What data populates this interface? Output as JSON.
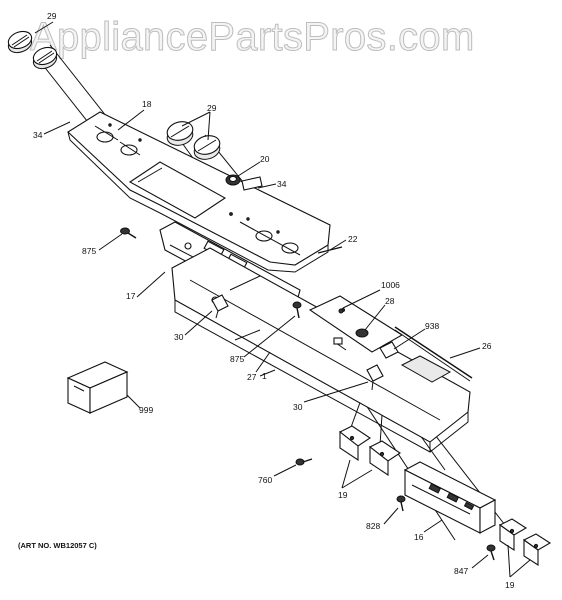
{
  "watermark": "AppliancePartsPros.com",
  "art_number": "(ART NO. WB12057 C)",
  "callouts": {
    "c29a": "29",
    "c18": "18",
    "c34a": "34",
    "c29b": "29",
    "c20": "20",
    "c34b": "34",
    "c875a": "875",
    "c22": "22",
    "c17": "17",
    "c1006": "1006",
    "c28": "28",
    "c30a": "30",
    "c938": "938",
    "c875b": "875",
    "c26": "26",
    "c27": "27",
    "c1": "1",
    "c999": "999",
    "c30b": "30",
    "c760": "760",
    "c19a": "19",
    "c828": "828",
    "c16": "16",
    "c847": "847",
    "c19b": "19"
  }
}
